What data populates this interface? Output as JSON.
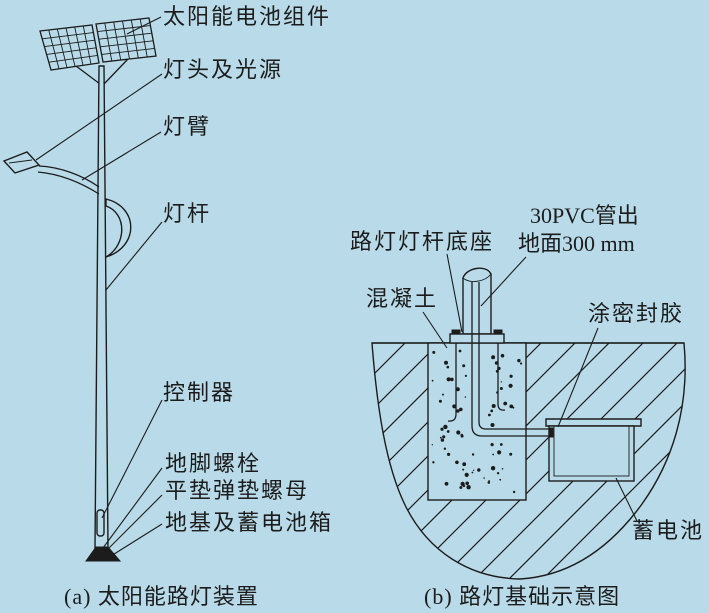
{
  "colors": {
    "background": "#b9dbe9",
    "ink": "#1c1c1c"
  },
  "figure_a": {
    "labels": {
      "solar_panel": "太阳能电池组件",
      "lamp_head": "灯头及光源",
      "lamp_arm": "灯臂",
      "lamp_pole": "灯杆",
      "controller": "控制器",
      "anchor_bolt": "地脚螺栓",
      "washer_nut": "平垫弹垫螺母",
      "foundation_battery_box": "地基及蓄电池箱"
    },
    "caption": "(a) 太阳能路灯装置"
  },
  "figure_b": {
    "labels": {
      "pvc_pipe_line1": "30PVC管出",
      "pvc_pipe_line2": "地面300 mm",
      "pole_base": "路灯灯杆底座",
      "concrete": "混凝土",
      "sealant": "涂密封胶",
      "battery": "蓄电池"
    },
    "caption": "(b) 路灯基础示意图"
  }
}
